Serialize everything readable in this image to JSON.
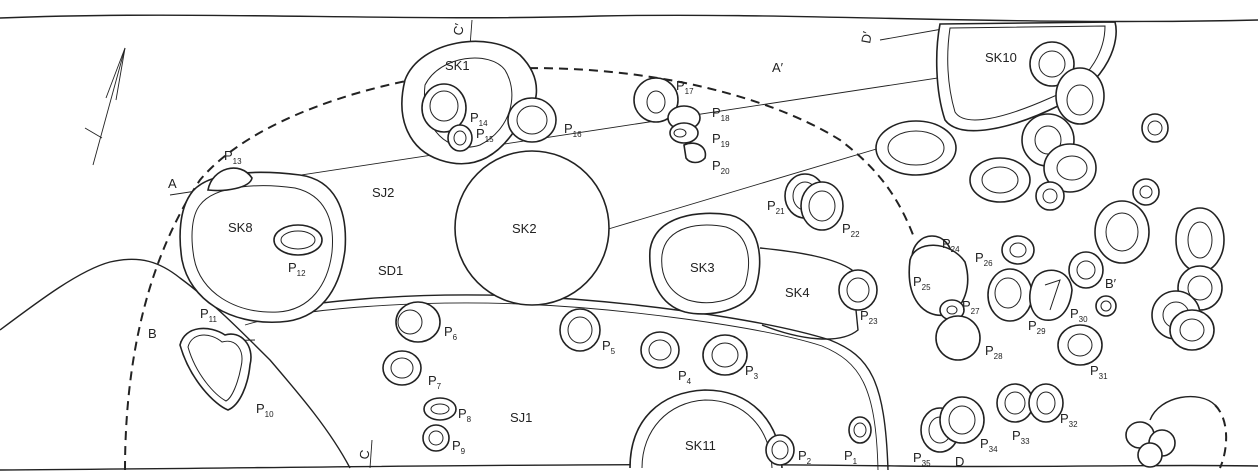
{
  "features": {
    "sk1": "SK1",
    "sk2": "SK2",
    "sk3": "SK3",
    "sk4": "SK4",
    "sk8": "SK8",
    "sk10": "SK10",
    "sk11": "SK11",
    "sj1": "SJ1",
    "sj2": "SJ2",
    "sd1": "SD1"
  },
  "section_markers": {
    "a": "A",
    "a_prime": "A′",
    "b": "B",
    "b_prime": "B′",
    "c": "C",
    "c_prime": "C′",
    "d": "D",
    "d_prime": "D′"
  },
  "pit_prefix": "P",
  "pits": [
    "1",
    "2",
    "3",
    "4",
    "5",
    "6",
    "7",
    "8",
    "9",
    "10",
    "11",
    "12",
    "13",
    "14",
    "15",
    "16",
    "17",
    "18",
    "19",
    "20",
    "21",
    "22",
    "23",
    "24",
    "25",
    "26",
    "27",
    "28",
    "29",
    "30",
    "31",
    "32",
    "33",
    "34",
    "35"
  ],
  "north_arrow_icon": "north-arrow-icon"
}
